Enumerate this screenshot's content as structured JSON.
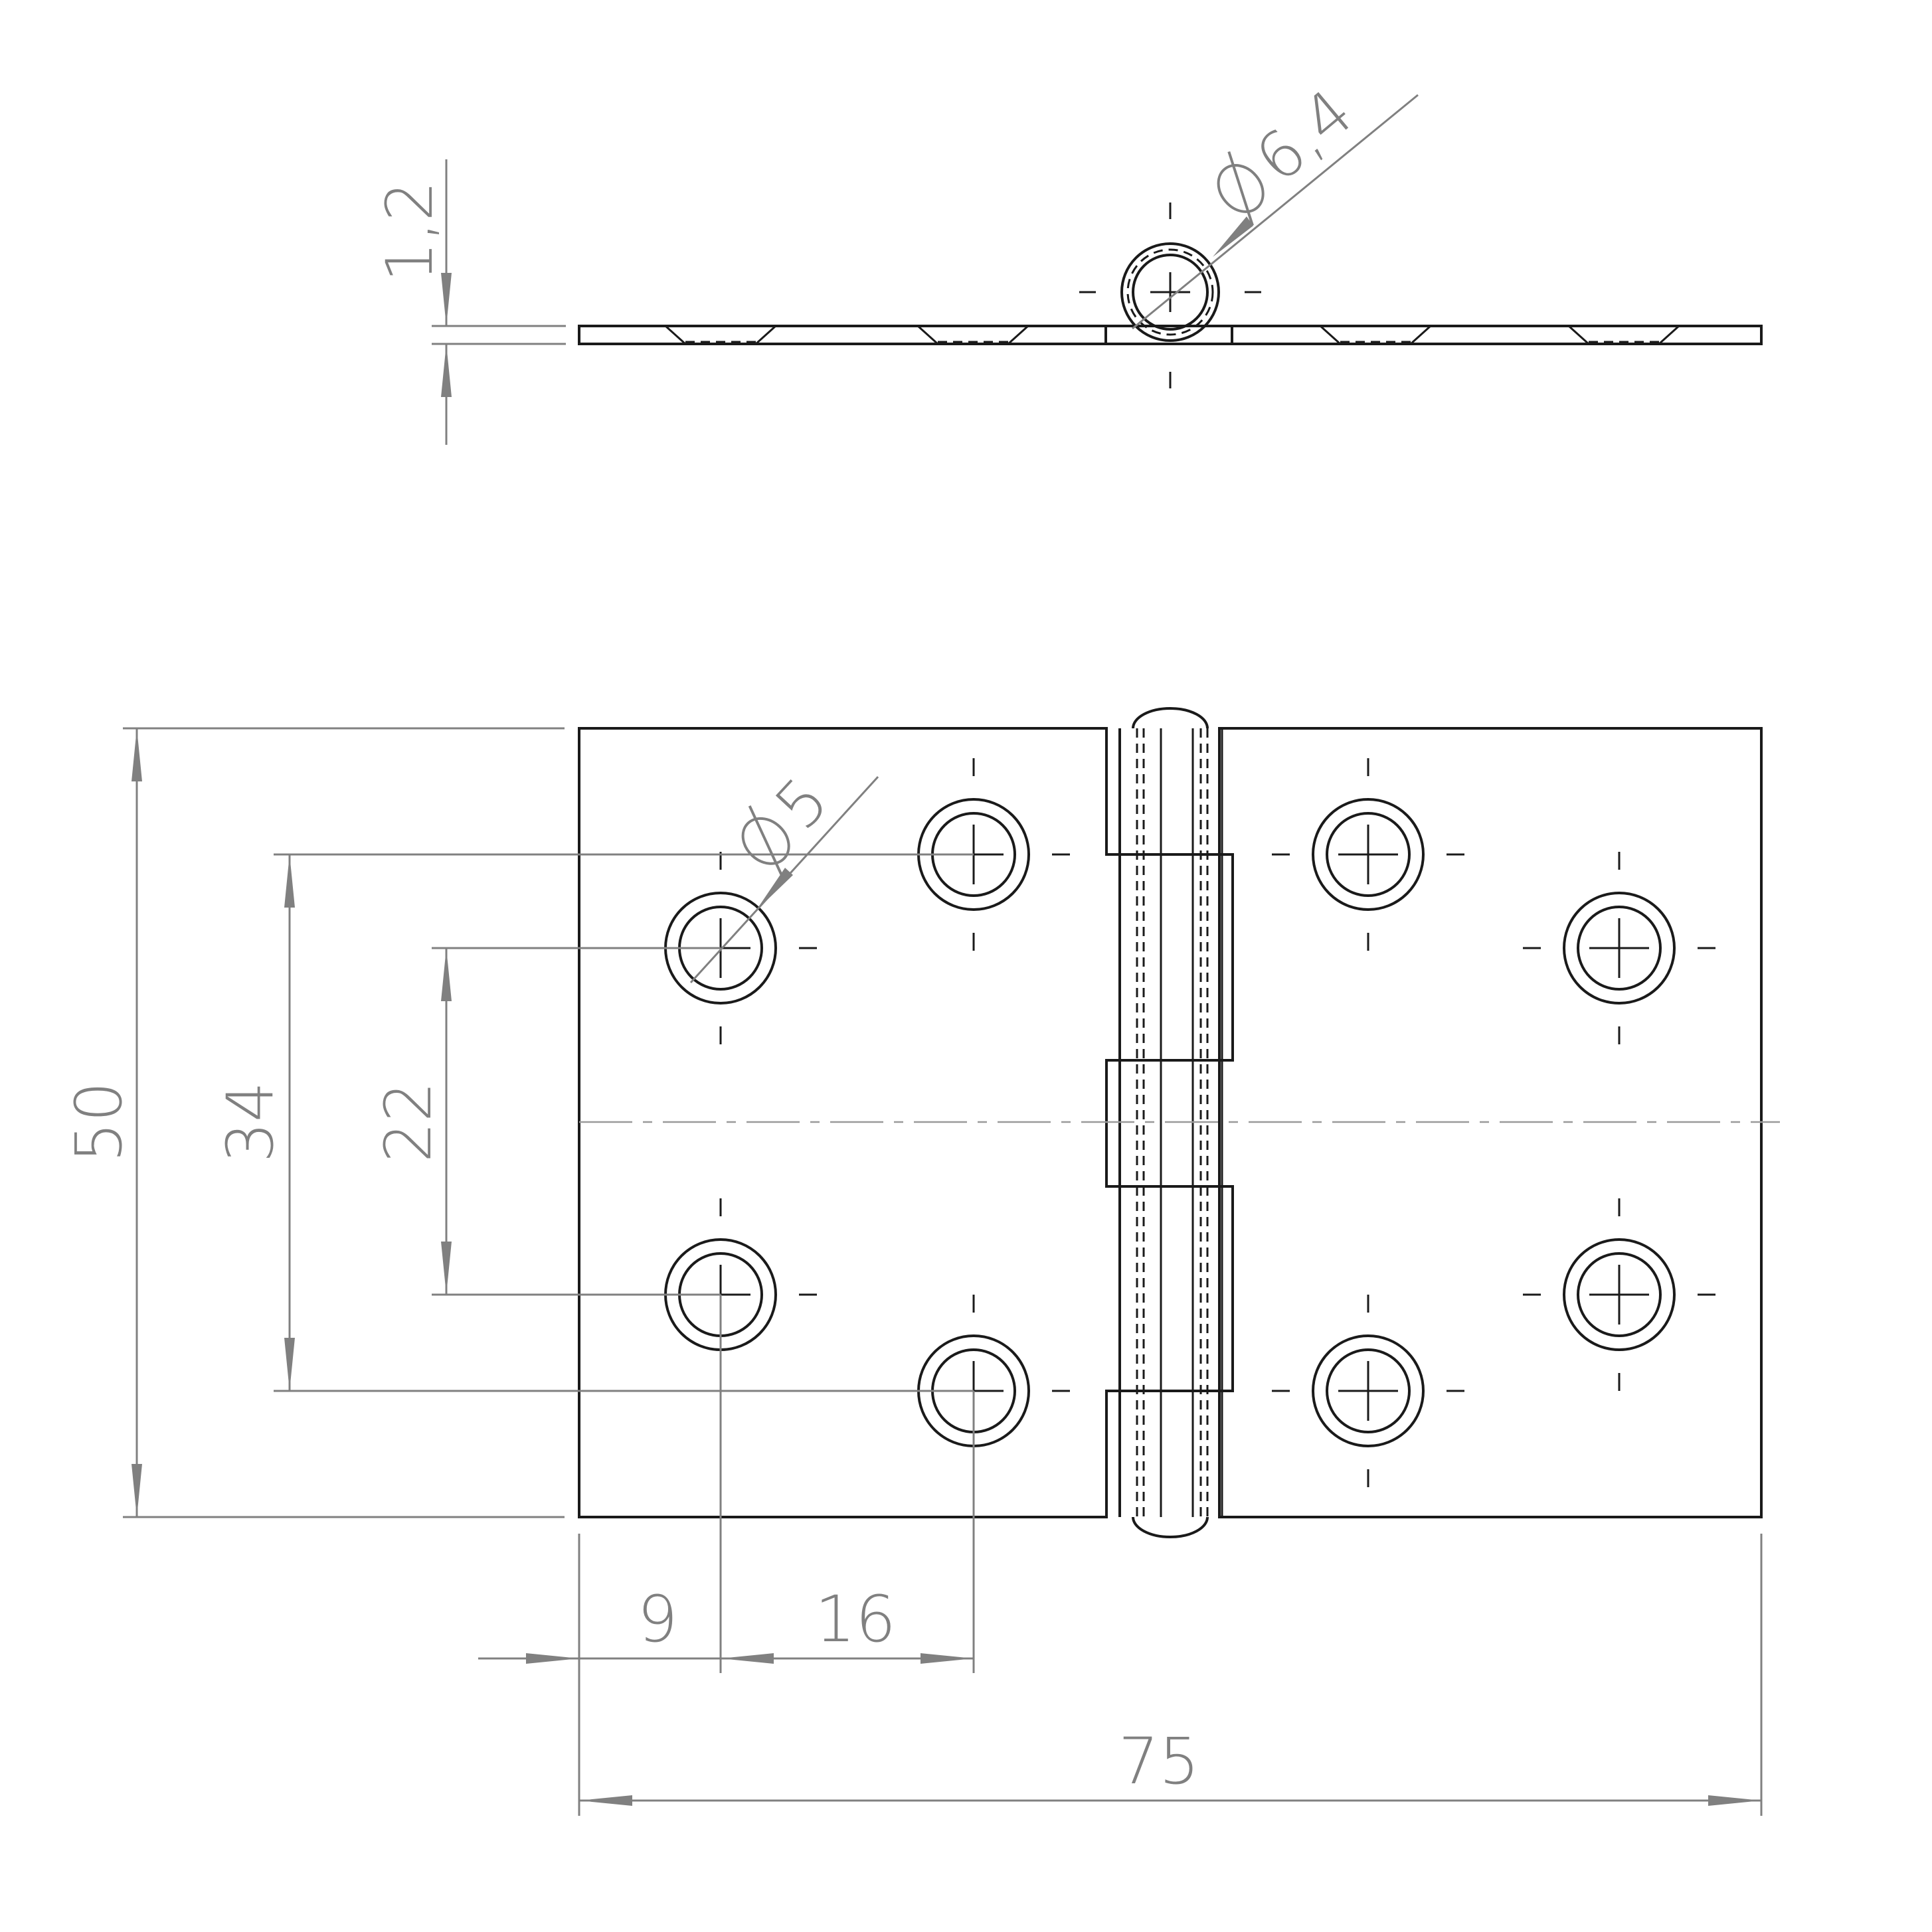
{
  "dimensions": {
    "thickness": "1,2",
    "pin_diameter": "6,4",
    "hole_diameter": "5",
    "total_height": "50",
    "outer_hole_spacing": "34",
    "inner_hole_spacing": "22",
    "edge_to_hole": "9",
    "hole_offset": "16",
    "total_width": "75"
  },
  "colors": {
    "part": "#1a1a1a",
    "dimension": "#808080",
    "background": "#ffffff"
  }
}
